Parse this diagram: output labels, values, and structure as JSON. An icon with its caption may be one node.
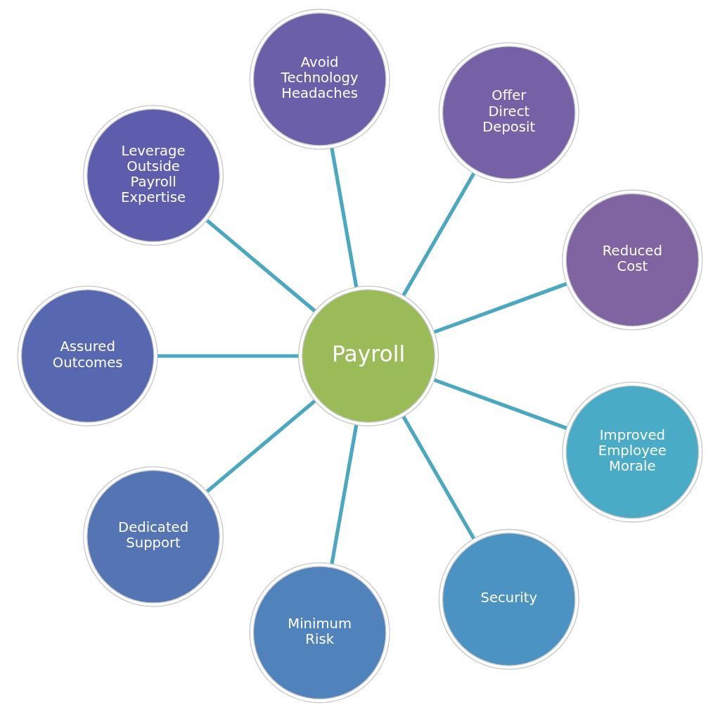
{
  "diagram": {
    "nodes": [
      {
        "text": [
          "Payroll"
        ]
      },
      {
        "text": [
          "Reduced Cost"
        ]
      },
      {
        "text": [
          "Offer Direct Deposit"
        ]
      },
      {
        "text": [
          "Avoid Technology Headaches"
        ]
      },
      {
        "text": [
          "Leverage Outside Payroll Expertise"
        ]
      },
      {
        "text": [
          "Assured Outcomes"
        ]
      },
      {
        "text": [
          "Dedicated Support"
        ]
      },
      {
        "text": [
          "Minimum Risk"
        ]
      },
      {
        "text": [
          "Security"
        ]
      },
      {
        "text": [
          "Improved Employee Morale"
        ]
      }
    ],
    "edges": [
      {
        "from": 0,
        "to": 1,
        "arrow": "none"
      },
      {
        "from": 0,
        "to": 2,
        "arrow": "none"
      },
      {
        "from": 0,
        "to": 3,
        "arrow": "none"
      },
      {
        "from": 0,
        "to": 4,
        "arrow": "none"
      },
      {
        "from": 0,
        "to": 5,
        "arrow": "none"
      },
      {
        "from": 0,
        "to": 6,
        "arrow": "none"
      },
      {
        "from": 0,
        "to": 7,
        "arrow": "none"
      },
      {
        "from": 0,
        "to": 8,
        "arrow": "none"
      },
      {
        "from": 0,
        "to": 9,
        "arrow": "none"
      }
    ]
  }
}
